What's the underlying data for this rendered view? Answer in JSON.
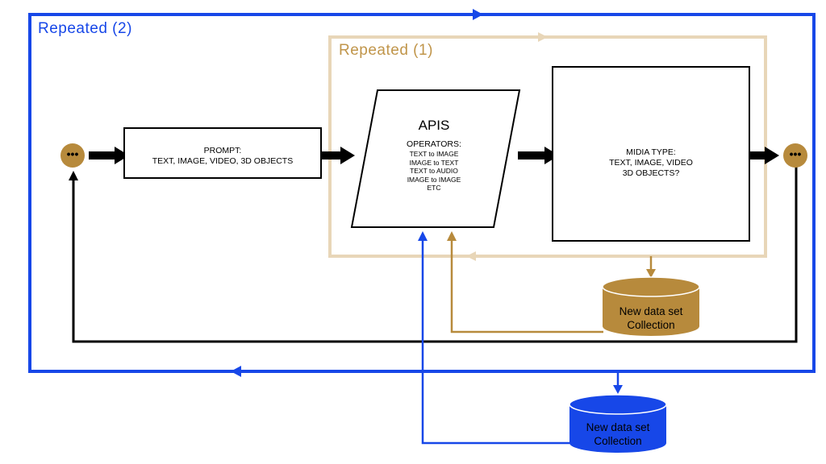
{
  "labels": {
    "outer_loop": "Repeated (2)",
    "inner_loop": "Repeated (1)"
  },
  "prompt_box": {
    "line1": "PROMPT:",
    "line2": "TEXT, IMAGE, VIDEO, 3D OBJECTS"
  },
  "apis_box": {
    "title": "APIS",
    "operators_label": "OPERATORS:",
    "operators": [
      "TEXT to IMAGE",
      "IMAGE to TEXT",
      "TEXT to AUDIO",
      "IMAGE to IMAGE",
      "ETC"
    ]
  },
  "media_box": {
    "line1": "MIDIA TYPE:",
    "line2": "TEXT, IMAGE, VIDEO",
    "line3": "3D OBJECTS?"
  },
  "inner_database": {
    "line1": "New data set",
    "line2": "Collection",
    "color": "#b78a3c"
  },
  "outer_database": {
    "line1": "New data set",
    "line2": "Collection",
    "color": "#1747e8"
  },
  "start_node": {
    "text": "•••"
  },
  "end_node": {
    "text": "•••"
  },
  "colors": {
    "outer_loop": "#1747e8",
    "inner_loop": "#e8d6b8",
    "inner_label": "#c0954a",
    "node": "#b78a3c",
    "feedback_line": "#000000"
  }
}
